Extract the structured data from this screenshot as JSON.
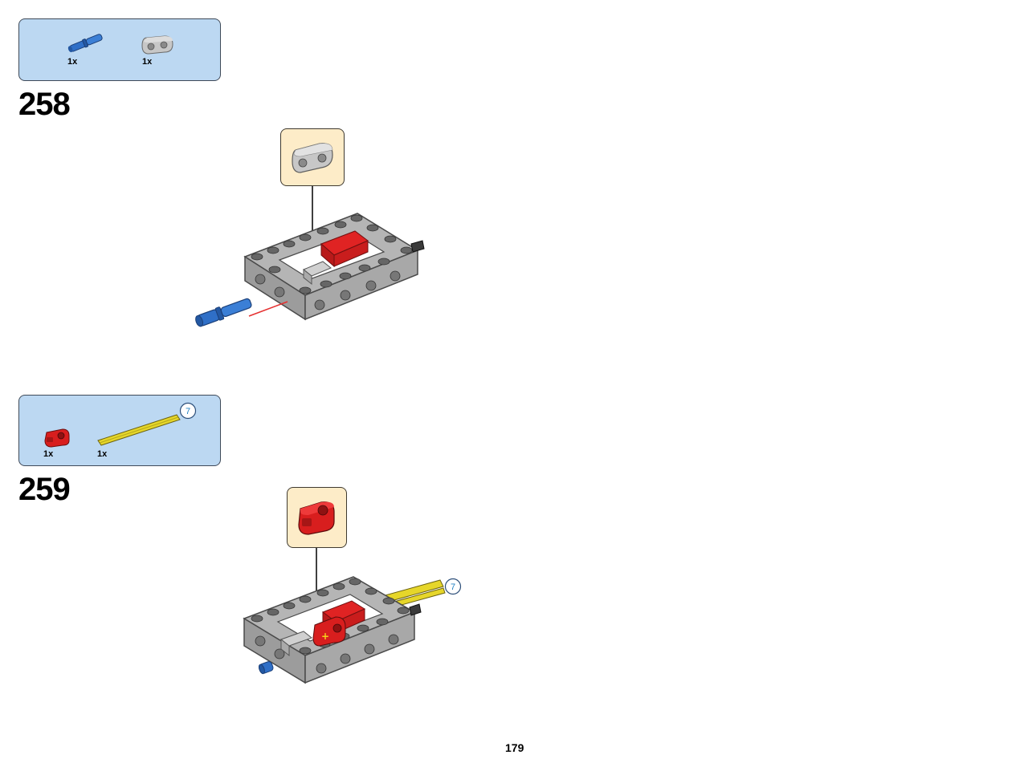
{
  "steps": [
    {
      "number": "258",
      "parts": [
        {
          "name": "blue axle pin",
          "qty": "1x",
          "color": "#2f6fc7"
        },
        {
          "name": "grey liftarm 2",
          "qty": "1x",
          "color": "#b8b8b8"
        }
      ]
    },
    {
      "number": "259",
      "parts": [
        {
          "name": "red axle and pin connector",
          "qty": "1x",
          "color": "#d81e1e"
        },
        {
          "name": "yellow axle",
          "qty": "1x",
          "color": "#e6d62a",
          "length_badge": "7"
        }
      ],
      "assembly_badge": "7"
    }
  ],
  "colors": {
    "parts_panel": "#bcd8f2",
    "callout_panel": "#fdecc8",
    "frame_grey": "#b5b5b5",
    "frame_dark": "#4a4a4a"
  },
  "page": {
    "number": "179"
  }
}
